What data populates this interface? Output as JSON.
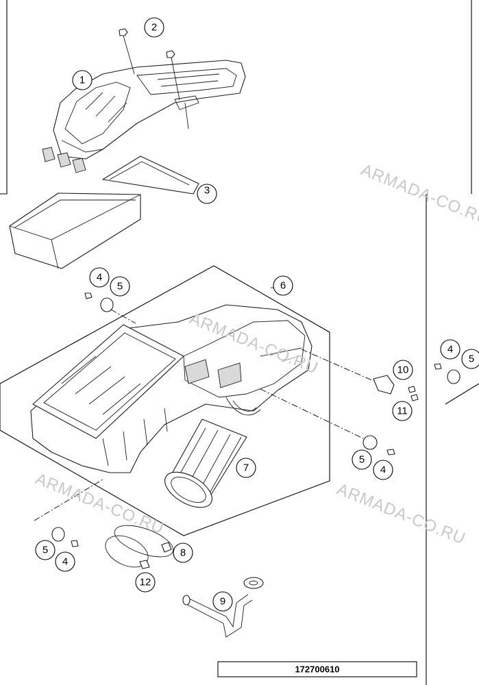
{
  "diagram": {
    "reference_number": "172700610",
    "callouts": [
      "1",
      "2",
      "3",
      "4",
      "5",
      "6",
      "7",
      "8",
      "9",
      "10",
      "11",
      "12"
    ],
    "watermark": "ARMADA-CO.RU",
    "colors": {
      "line": "#1a1a1a",
      "shade": "#d9d9d9",
      "watermark": "#c8c8c8"
    }
  }
}
